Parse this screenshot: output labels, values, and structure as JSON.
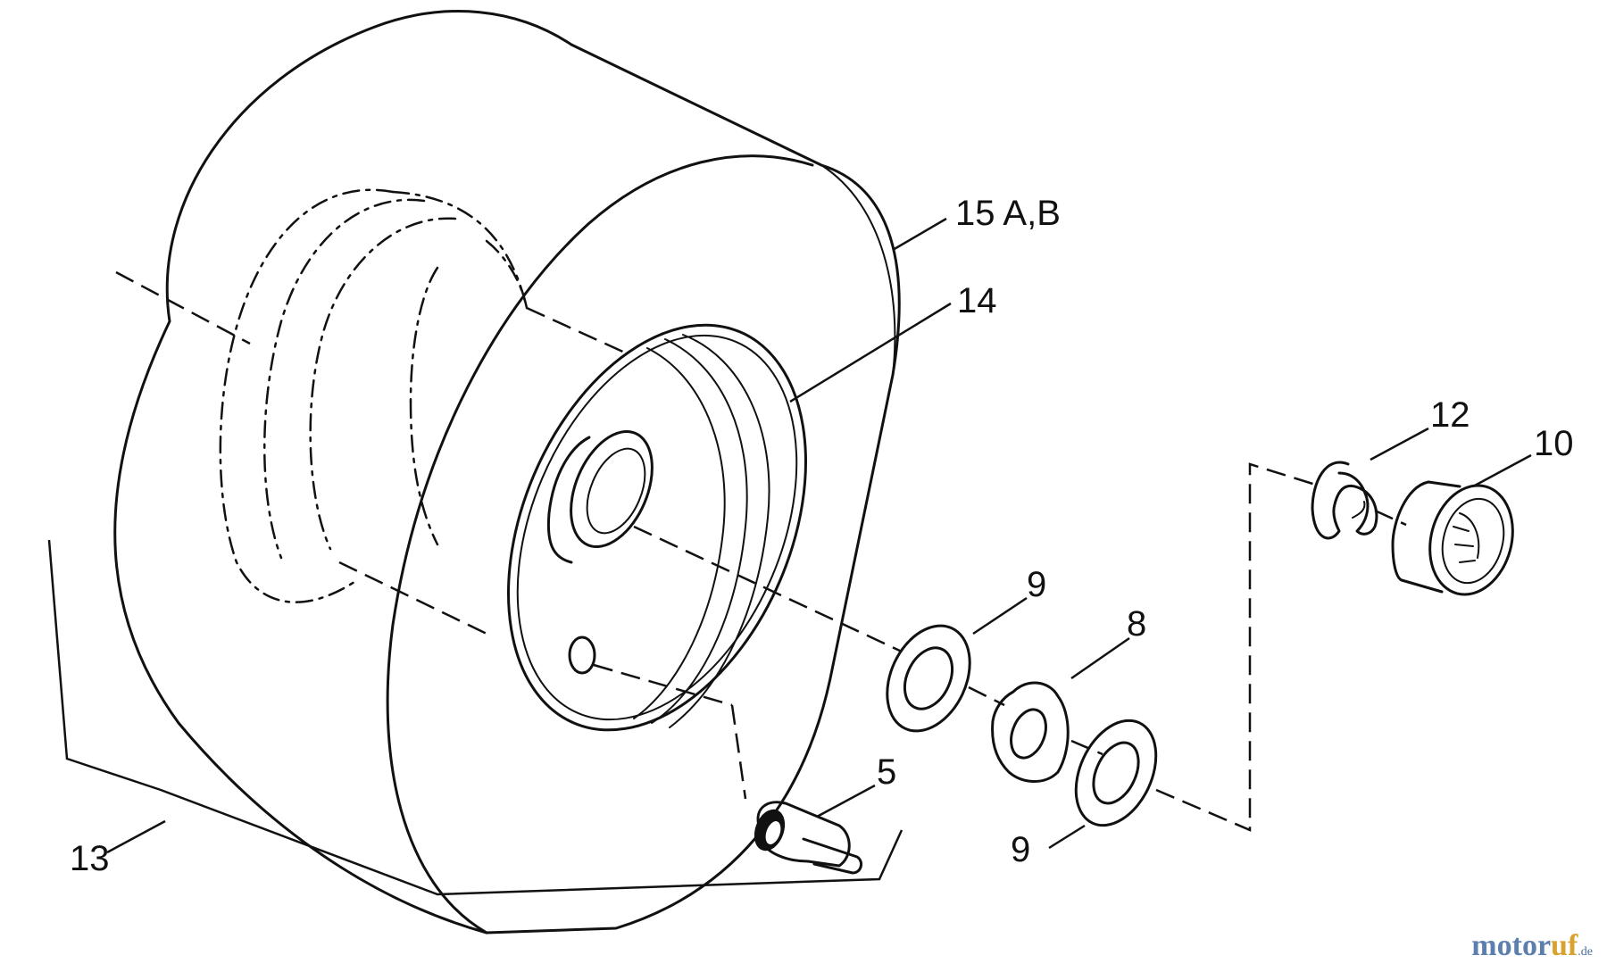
{
  "callouts": {
    "tire": "15 A,B",
    "rim": "14",
    "retaining_ring": "12",
    "bearing": "10",
    "washer_outer": "9",
    "spacer": "8",
    "washer_inner": "9",
    "valve_stem": "5",
    "wheel_assembly": "13"
  },
  "watermark": {
    "main": "motor",
    "accent": "uf",
    "suffix": ".de"
  },
  "colors": {
    "line": "#111111",
    "watermark_blue": "#5c7fae",
    "watermark_gold": "#d9a12e"
  }
}
